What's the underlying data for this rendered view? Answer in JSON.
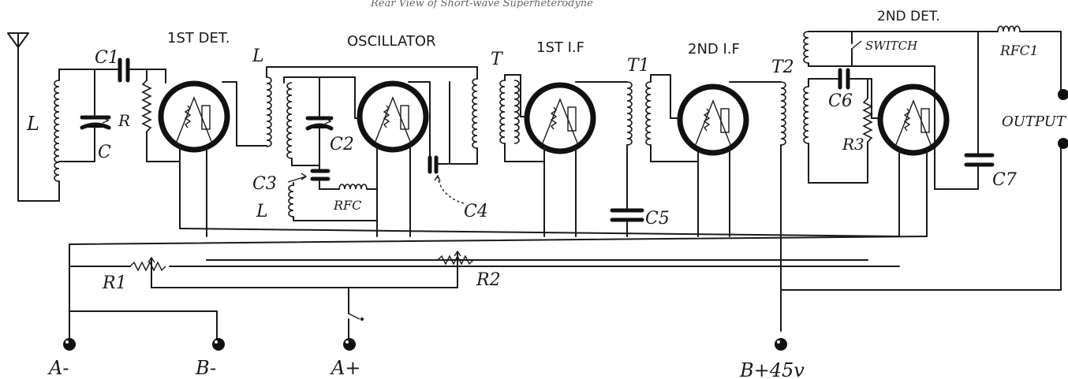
{
  "caption": "Rear View of Short-wave Superheterodyne",
  "labels": {
    "first_det": "1ST DET.",
    "oscillator": "OSCILLATOR",
    "first_if": "1ST I.F",
    "second_if": "2ND I.F",
    "second_det": "2ND DET.",
    "switch": "SWITCH",
    "rfc1": "RFC1",
    "rfc": "RFC",
    "output": "OUTPUT",
    "l_ant": "L",
    "l_osc_in": "L",
    "l_osc_tickler": "L",
    "c": "C",
    "c1": "C1",
    "c2": "C2",
    "c3": "C3",
    "c4": "C4",
    "c5": "C5",
    "c6": "C6",
    "c7": "C7",
    "r": "R",
    "r1": "R1",
    "r2": "R2",
    "r3": "R3",
    "t": "T",
    "t1": "T1",
    "t2": "T2",
    "a_minus": "A-",
    "b_minus": "B-",
    "a_plus": "A+",
    "b_plus": "B+45v"
  }
}
